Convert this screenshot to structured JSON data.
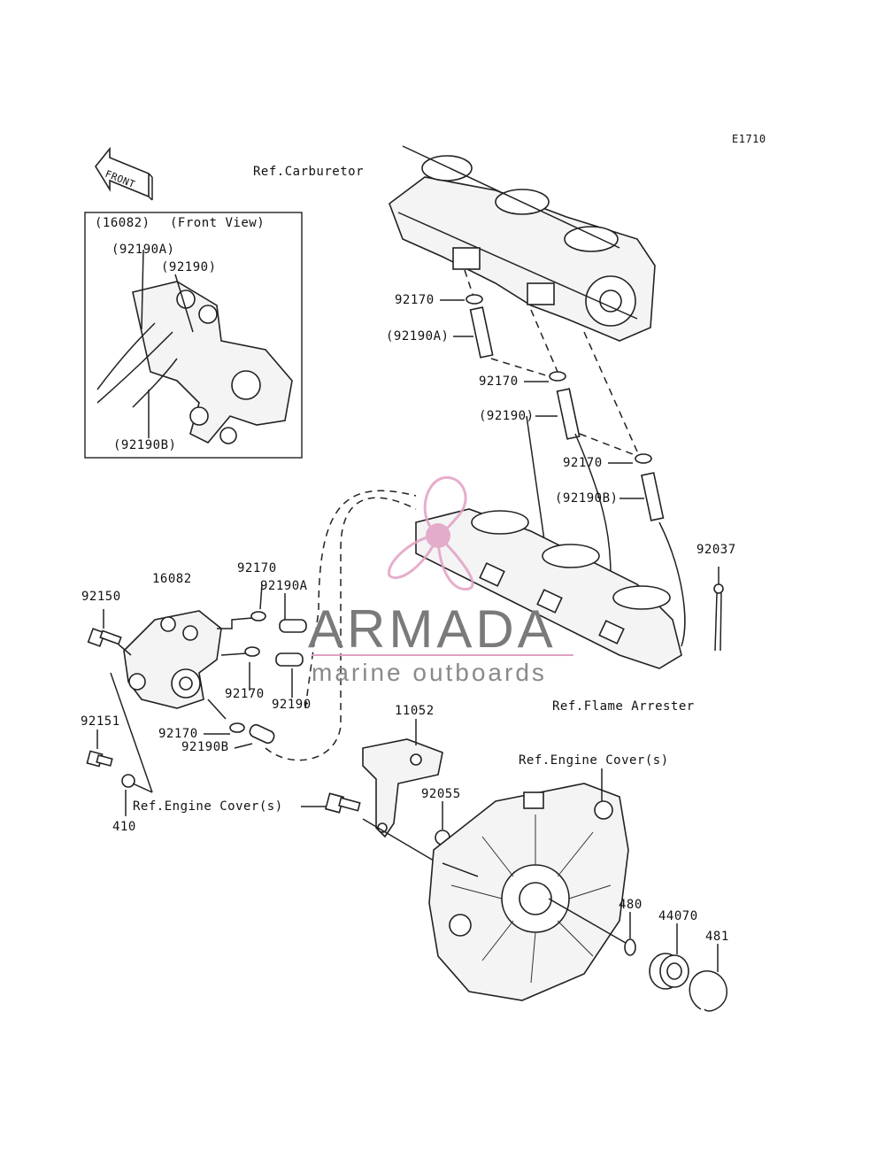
{
  "diagram_code": "E1710",
  "front_arrow": "FRONT",
  "inset": {
    "title_part": "(16082)",
    "title_view": "(Front View)",
    "labels": [
      "(92190A)",
      "(92190)",
      "(92190B)"
    ]
  },
  "refs": {
    "carburetor": "Ref.Carburetor",
    "flame_arrester": "Ref.Flame Arrester",
    "engine_cover_right": "Ref.Engine Cover(s)",
    "engine_cover_left": "Ref.Engine Cover(s)"
  },
  "part_labels": {
    "p92170_a": "92170",
    "p92190A_paren": "(92190A)",
    "p92170_b": "92170",
    "p92190_paren": "(92190)",
    "p92170_c": "92170",
    "p92190B_paren": "(92190B)",
    "p92037": "92037",
    "p92150": "92150",
    "p16082": "16082",
    "p92170_d": "92170",
    "p92190A": "92190A",
    "p92170_e": "92170",
    "p92190": "92190",
    "p92170_f": "92170",
    "p92190B": "92190B",
    "p92151": "92151",
    "p410": "410",
    "p11052": "11052",
    "p92055": "92055",
    "p480": "480",
    "p44070": "44070",
    "p481": "481"
  },
  "watermark": {
    "title": "ARMADA",
    "subtitle": "marine outboards",
    "color": "#e2a0c4"
  }
}
